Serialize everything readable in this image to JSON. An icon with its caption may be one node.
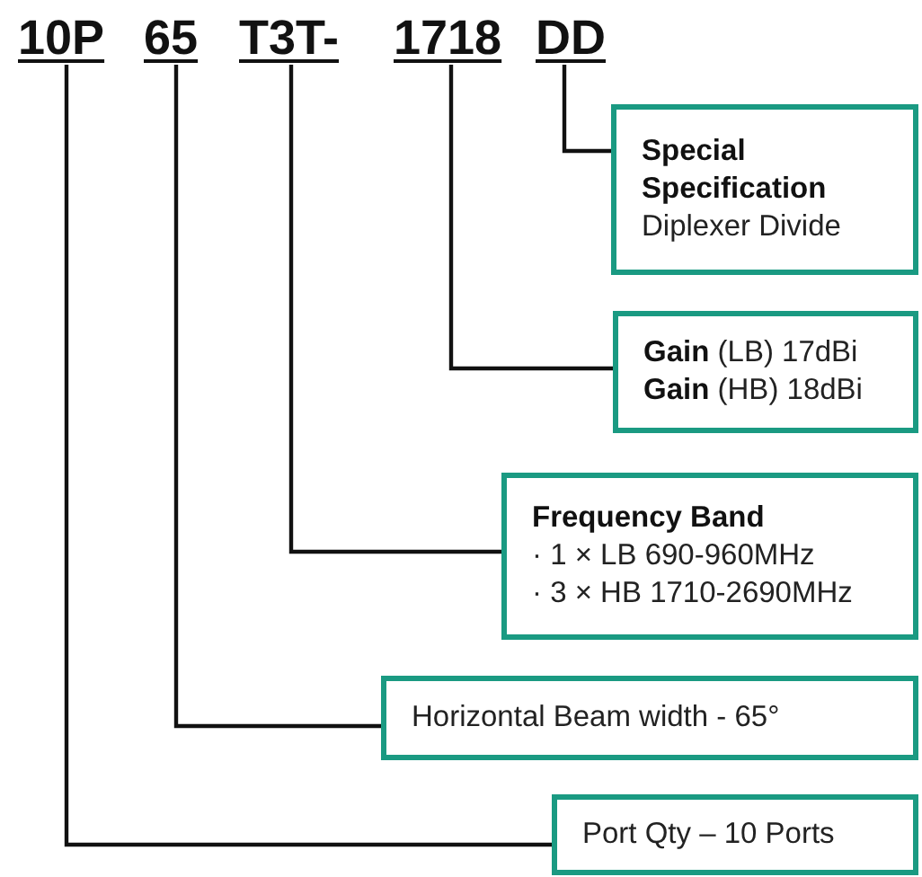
{
  "diagram": {
    "nodes": [
      {
        "text": [
          "10P"
        ]
      },
      {
        "text": [
          "65"
        ]
      },
      {
        "text": [
          "T3T-"
        ]
      },
      {
        "text": [
          "1718"
        ]
      },
      {
        "text": [
          "DD"
        ]
      },
      {
        "text": [
          "Special Specification",
          "Diplexer Divide"
        ]
      },
      {
        "text": [
          "**Gain** (LB) 17dBi",
          "**Gain** (HB) 18dBi"
        ]
      },
      {
        "text": [
          "Frequency Band",
          "· 1 × LB 690-960MHz",
          "· 3 × HB 1710-2690MHz"
        ]
      },
      {
        "text": [
          "Horizontal Beam width - 65°"
        ]
      },
      {
        "text": [
          "Port Qty – 10 Ports"
        ]
      }
    ],
    "edges": [
      {
        "from": 4,
        "to": 5,
        "arrow": "none"
      },
      {
        "from": 3,
        "to": 6,
        "arrow": "none"
      },
      {
        "from": 2,
        "to": 7,
        "arrow": "none"
      },
      {
        "from": 1,
        "to": 8,
        "arrow": "none"
      },
      {
        "from": 0,
        "to": 9,
        "arrow": "none"
      }
    ]
  }
}
